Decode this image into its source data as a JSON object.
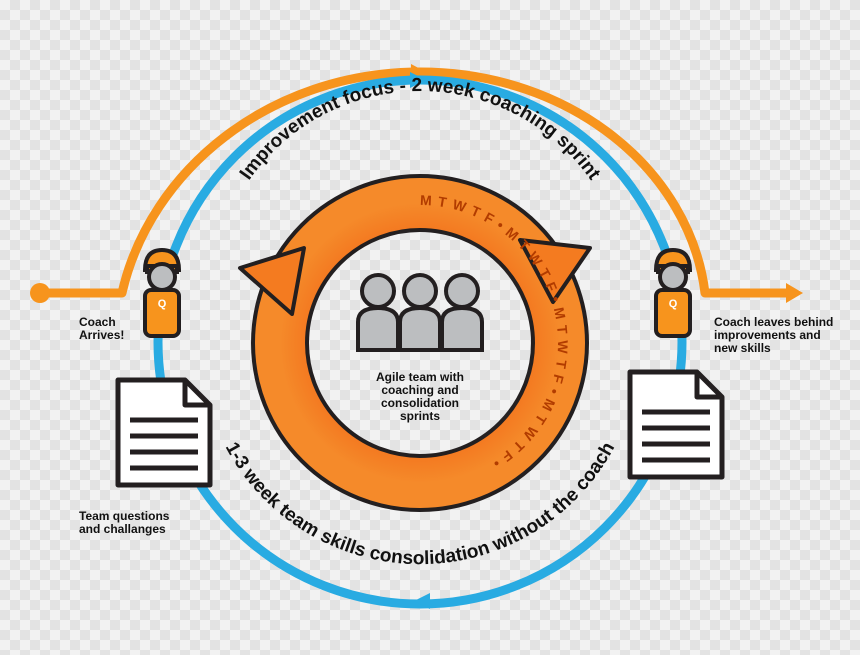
{
  "arc_top_text": "Improvement focus - 2 week coaching sprint",
  "arc_bottom_text": "1-3 week team skills consolidation without the coach",
  "cycle_days": "M T W T F • M T W T F • M T W T F • M T W T F •",
  "center_label": [
    "Agile team with",
    "coaching and",
    "consolidation",
    "sprints"
  ],
  "left_label": [
    "Coach",
    "Arrives!"
  ],
  "right_label": [
    "Coach leaves behind",
    "improvements and",
    "new skills"
  ],
  "doc_label": [
    "Team questions",
    "and challanges"
  ],
  "coach_badge": "Q",
  "colors": {
    "orange": "#f7941d",
    "blue": "#29abe2",
    "cycle_orange": "#f47b20",
    "dark": "#231f20",
    "gray_person": "#bcbec0"
  },
  "icons": [
    "coach-icon",
    "team-icon",
    "document-icon",
    "cycle-arrow-icon"
  ]
}
